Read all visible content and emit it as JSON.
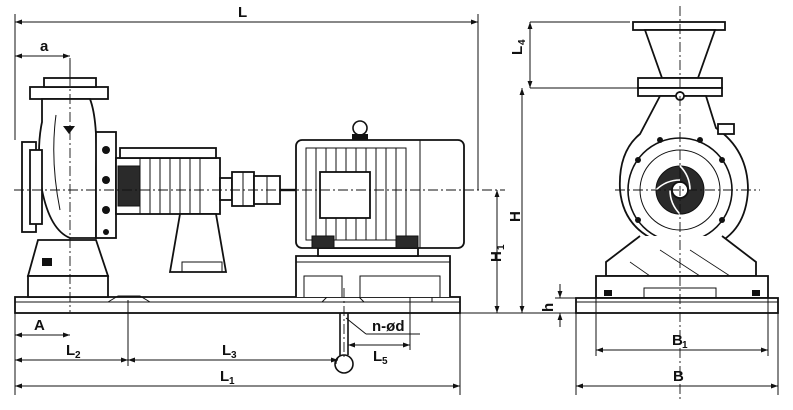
{
  "dimension_labels": {
    "L": "L",
    "a": "a",
    "L4": "L",
    "L4_sub": "4",
    "H": "H",
    "H1": "H",
    "H1_sub": "1",
    "A": "A",
    "L2": "L",
    "L2_sub": "2",
    "L3": "L",
    "L3_sub": "3",
    "L5": "L",
    "L5_sub": "5",
    "hole": "n-ød",
    "L1": "L",
    "L1_sub": "1",
    "h": "h",
    "B1": "B",
    "B1_sub": "1",
    "B": "B"
  }
}
